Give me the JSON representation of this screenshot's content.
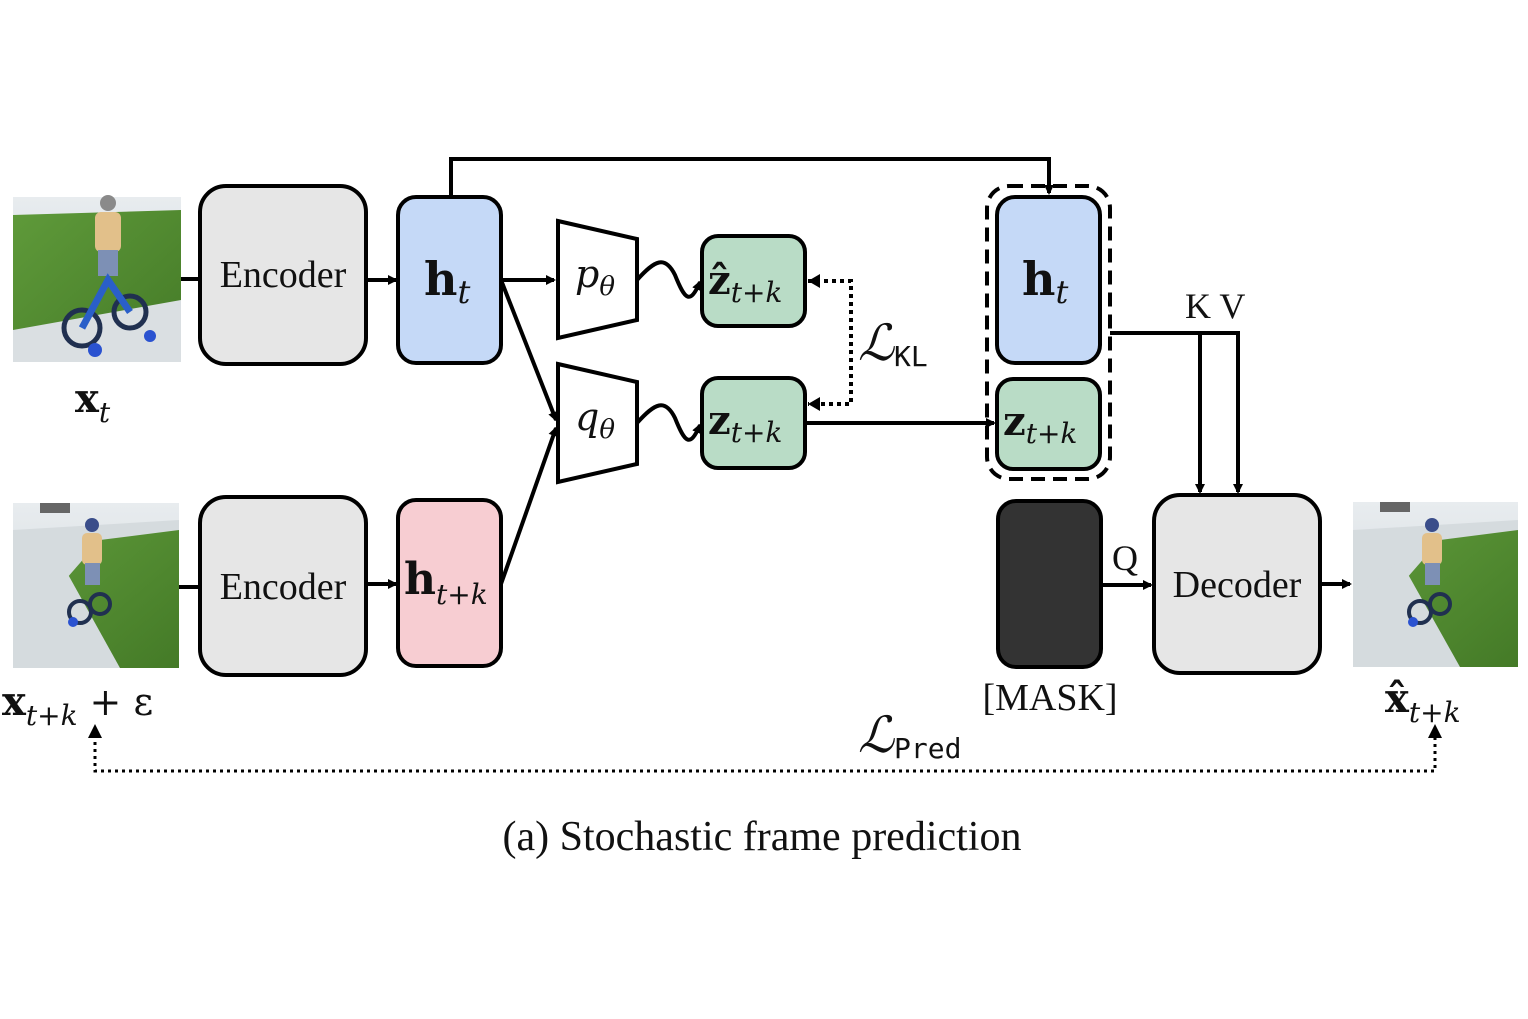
{
  "colors": {
    "encoder_fill": "#e6e6e6",
    "decoder_fill": "#e6e6e6",
    "h_t_fill": "#c5d9f7",
    "h_tk_fill": "#f7cdd2",
    "z_fill": "#b9dcc6",
    "mask_fill": "#333333",
    "stroke": "#000000"
  },
  "inputs": {
    "top_image_icon": "child-on-bicycle-photo",
    "top_label_base": "x",
    "top_label_sub": "t",
    "bottom_image_icon": "child-on-bicycle-photo",
    "bottom_label_base": "x",
    "bottom_label_sub": "t+k",
    "bottom_label_noise": "+ ε"
  },
  "encoders": {
    "top_label": "Encoder",
    "bottom_label": "Encoder"
  },
  "hidden": {
    "h_t_base": "h",
    "h_t_sub": "t",
    "h_tk_base": "h",
    "h_tk_sub": "t+k"
  },
  "distributions": {
    "prior_base": "p",
    "prior_sub": "θ",
    "posterior_base": "q",
    "posterior_sub": "θ"
  },
  "latents": {
    "z_hat_base": "ẑ",
    "z_hat_sub": "t+k",
    "z_base": "z",
    "z_sub": "t+k"
  },
  "losses": {
    "kl_script": "ℒ",
    "kl_sub": "KL",
    "pred_script": "ℒ",
    "pred_sub": "Pred"
  },
  "context": {
    "h_t_base": "h",
    "h_t_sub": "t",
    "z_base": "z",
    "z_sub": "t+k",
    "kv_label": "K V"
  },
  "mask": {
    "label": "[MASK]",
    "q_label": "Q"
  },
  "decoder": {
    "label": "Decoder"
  },
  "output": {
    "image_icon": "child-on-bicycle-photo",
    "label_base": "x̂",
    "label_sub": "t+k"
  },
  "caption": "(a) Stochastic frame prediction"
}
